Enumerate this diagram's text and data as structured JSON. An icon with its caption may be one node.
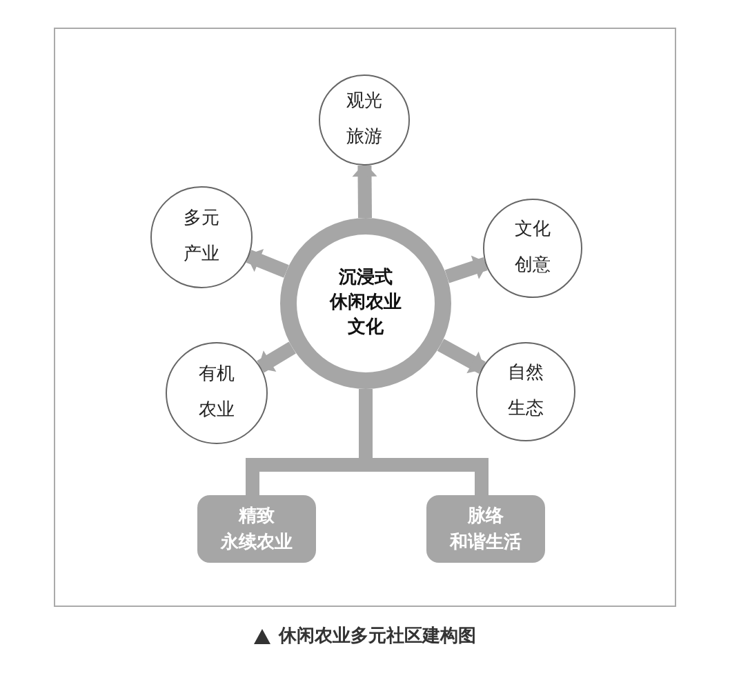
{
  "diagram": {
    "caption": "休闲农业多元社区建构图",
    "nodes": [
      {
        "text": [
          "沉浸式",
          "休闲农业",
          "文化"
        ]
      },
      {
        "text": [
          "观光旅游"
        ]
      },
      {
        "text": [
          "多元产业"
        ]
      },
      {
        "text": [
          "文化创意"
        ]
      },
      {
        "text": [
          "有机农业"
        ]
      },
      {
        "text": [
          "自然生态"
        ]
      },
      {
        "text": [
          "精致",
          "永续农业"
        ]
      },
      {
        "text": [
          "脉络",
          "和谐生活"
        ]
      }
    ],
    "edges": [
      {
        "from": 0,
        "to": 1,
        "arrow": "to"
      },
      {
        "from": 0,
        "to": 2,
        "arrow": "to"
      },
      {
        "from": 0,
        "to": 3,
        "arrow": "to"
      },
      {
        "from": 0,
        "to": 4,
        "arrow": "to"
      },
      {
        "from": 0,
        "to": 5,
        "arrow": "to"
      },
      {
        "from": 0,
        "to": 6,
        "arrow": "none"
      },
      {
        "from": 0,
        "to": 7,
        "arrow": "none"
      }
    ]
  }
}
